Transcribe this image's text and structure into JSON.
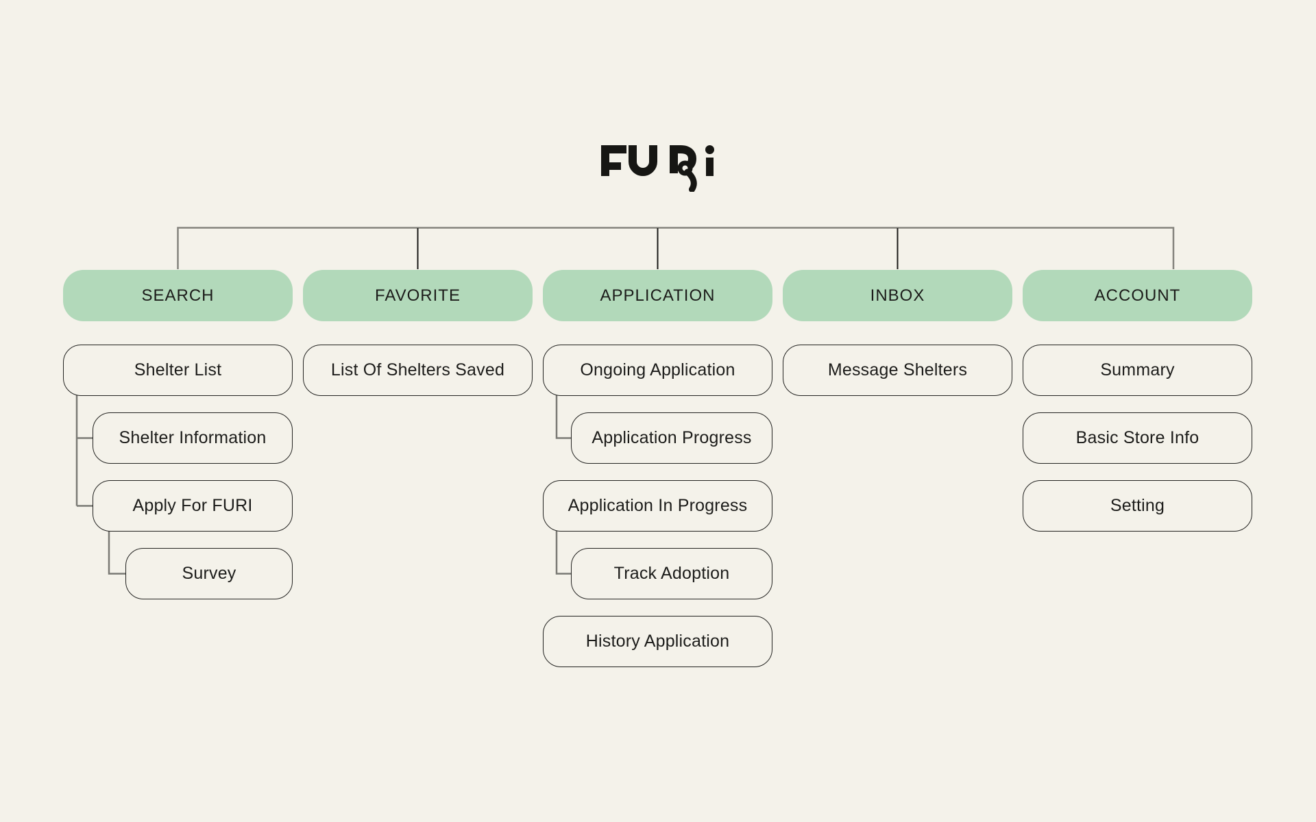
{
  "page": {
    "background_color": "#f4f2ea"
  },
  "logo": {
    "text": "FURi",
    "color": "#161613"
  },
  "colors": {
    "top_node_fill": "#b2d9ba",
    "sub_node_fill": "#f4f2ea",
    "sub_node_border": "#222220",
    "tree_connector": "#85847e",
    "tree_drop_connector": "#1a1a18",
    "branch_connector": "#7a7a75",
    "label_text": "#1c1c1a"
  },
  "sitemap": {
    "columns": [
      {
        "root": {
          "label": "SEARCH"
        },
        "children": [
          {
            "label": "Shelter List",
            "level": 1
          },
          {
            "label": "Shelter Information",
            "level": 2
          },
          {
            "label": "Apply For FURI",
            "level": 2
          },
          {
            "label": "Survey",
            "level": 3
          }
        ]
      },
      {
        "root": {
          "label": "FAVORITE"
        },
        "children": [
          {
            "label": "List Of Shelters Saved",
            "level": 1
          }
        ]
      },
      {
        "root": {
          "label": "APPLICATION"
        },
        "children": [
          {
            "label": "Ongoing Application",
            "level": 1
          },
          {
            "label": "Application Progress",
            "level": 2
          },
          {
            "label": "Application In Progress",
            "level": 1
          },
          {
            "label": "Track Adoption",
            "level": 2
          },
          {
            "label": "History Application",
            "level": 1
          }
        ]
      },
      {
        "root": {
          "label": "INBOX"
        },
        "children": [
          {
            "label": "Message Shelters",
            "level": 1
          }
        ]
      },
      {
        "root": {
          "label": "ACCOUNT"
        },
        "children": [
          {
            "label": "Summary",
            "level": 1
          },
          {
            "label": "Basic Store Info",
            "level": 1
          },
          {
            "label": "Setting",
            "level": 1
          }
        ]
      }
    ]
  }
}
